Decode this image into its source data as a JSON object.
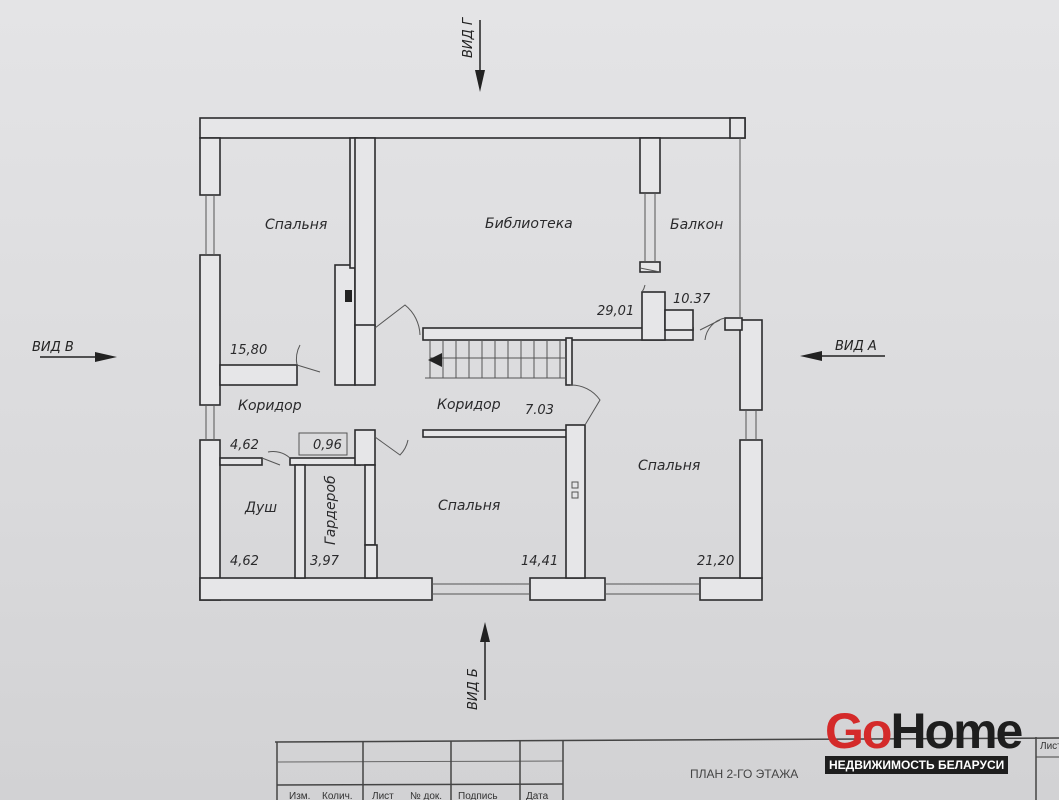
{
  "plan": {
    "rooms": [
      {
        "name": "Спальня",
        "area": "15,80"
      },
      {
        "name": "Библиотека",
        "area": "29,01"
      },
      {
        "name": "Балкон",
        "area": "10.37"
      },
      {
        "name": "Коридор",
        "area": "4,62"
      },
      {
        "name": "Коридор",
        "area": "7.03"
      },
      {
        "name": "Душ",
        "area": "4,62"
      },
      {
        "name": "Гардероб",
        "area": "3,97"
      },
      {
        "name": "Спальня",
        "area": "14,41"
      },
      {
        "name": "Спальня",
        "area": "21,20"
      }
    ],
    "small_area": "0,96",
    "views": {
      "a": "ВИД А",
      "b": "ВИД Б",
      "v": "ВИД В",
      "g": "ВИД Г"
    }
  },
  "title_block": {
    "title": "ПЛАН 2-ГО ЭТАЖА",
    "columns": [
      "Изм.",
      "Колич.",
      "Лист",
      "№ док.",
      "Подпись",
      "Дата"
    ],
    "sheet_label": "Лист"
  },
  "watermark": {
    "brand_go": "Go",
    "brand_home": "Home",
    "tagline": "НЕДВИЖИМОСТЬ БЕЛАРУСИ"
  }
}
